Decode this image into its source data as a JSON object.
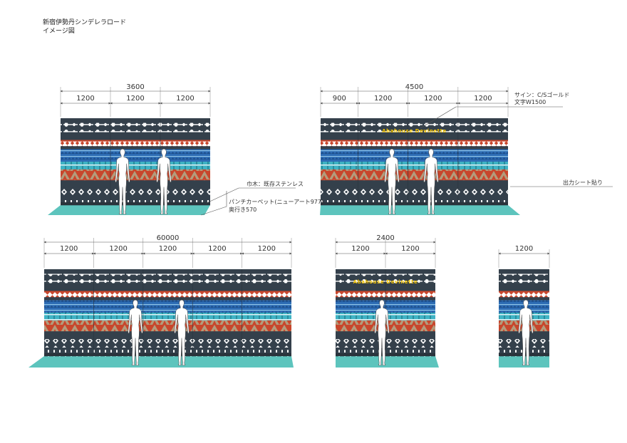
{
  "title": {
    "line1": "新宿伊勢丹シンデレラロード",
    "line2": "イメージ図"
  },
  "colors": {
    "navy": "#34404b",
    "carpet": "#5dc4bd",
    "blue": "#2d6cb4",
    "teal": "#3fb3c4",
    "red": "#c8462c",
    "tan": "#b39c7c",
    "yellow": "#f2c200"
  },
  "units": [
    {
      "total": "3600",
      "segments": [
        "1200",
        "1200",
        "1200"
      ],
      "sign": "",
      "figures": 2
    },
    {
      "total": "4500",
      "segments": [
        "900",
        "1200",
        "1200",
        "1200"
      ],
      "sign": "Abahouse Devinette",
      "figures": 2
    },
    {
      "total": "60000",
      "segments": [
        "1200",
        "1200",
        "1200",
        "1200",
        "1200"
      ],
      "sign": "",
      "figures": 2
    },
    {
      "total": "2400",
      "segments": [
        "1200",
        "1200"
      ],
      "sign": "Abahouse Devinette",
      "figures": 1
    },
    {
      "total": "",
      "segments": [
        "1200"
      ],
      "sign": "",
      "figures": 1
    }
  ],
  "notes": {
    "baseboard": "巾木：既存ステンレス",
    "carpet_line1": "パンチカーペット(ニューアート977)",
    "carpet_line2": "奥行き570",
    "sign_line1": "サイン：C/Sゴールド",
    "sign_line2": "文字W1500",
    "output_sheet": "出力シート貼り"
  }
}
